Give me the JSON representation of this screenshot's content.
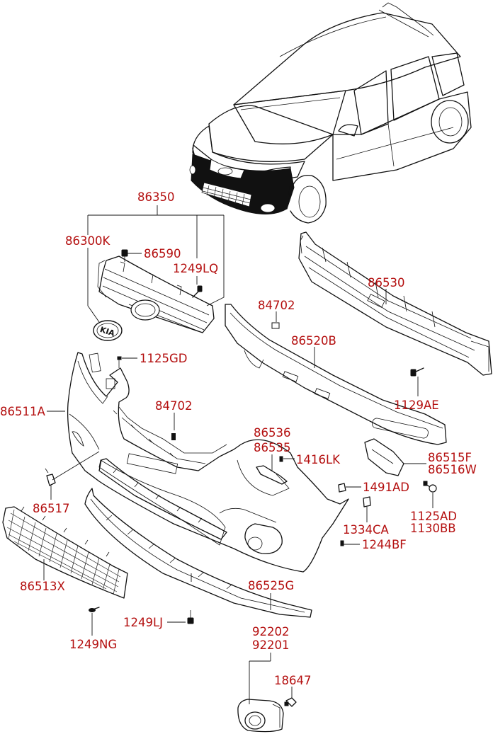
{
  "labels": {
    "p86350": "86350",
    "p86300K": "86300K",
    "p86590": "86590",
    "p1249LQ": "1249LQ",
    "p86530": "86530",
    "p84702a": "84702",
    "p86520B": "86520B",
    "p1125GD": "1125GD",
    "p1129AE": "1129AE",
    "p86511A": "86511A",
    "p84702b": "84702",
    "p86536": "86536",
    "p86535": "86535",
    "p1416LK": "1416LK",
    "p86515F": "86515F",
    "p86516W": "86516W",
    "p1491AD": "1491AD",
    "p86517": "86517",
    "p1125AD": "1125AD",
    "p1130BB": "1130BB",
    "p1334CA": "1334CA",
    "p1244BF": "1244BF",
    "p86513X": "86513X",
    "p86525G": "86525G",
    "p1249LJ": "1249LJ",
    "p1249NG": "1249NG",
    "p92202": "92202",
    "p92201": "92201",
    "p18647": "18647"
  },
  "logo_text": "KIA"
}
